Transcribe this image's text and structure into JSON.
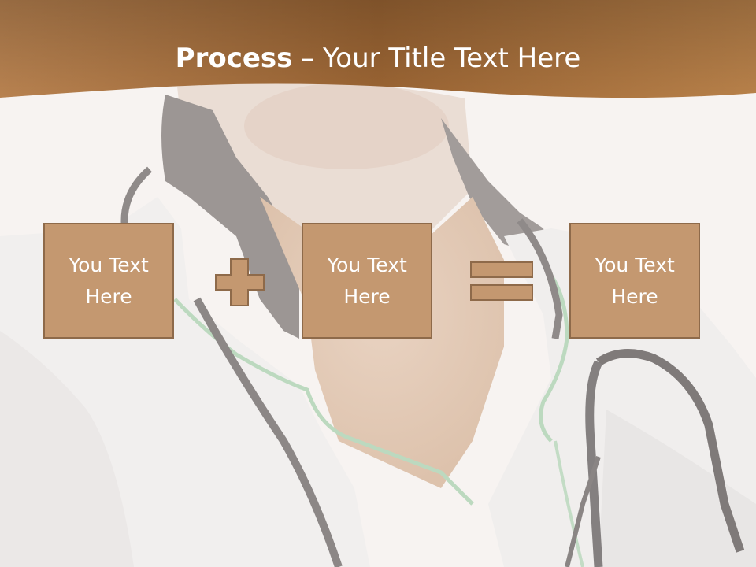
{
  "slide": {
    "title_bold": "Process",
    "title_dash": " – ",
    "title_rest": "Your Title Text Here",
    "boxes": [
      {
        "label": "You Text Here"
      },
      {
        "label": "You Text Here"
      },
      {
        "label": "You Text Here"
      }
    ],
    "operators": [
      "plus-icon",
      "equals-icon"
    ]
  },
  "colors": {
    "header_brown": "#a8713f",
    "box_fill": "#c49870",
    "box_border": "#8e6a4a",
    "title_text": "#ffffff"
  }
}
